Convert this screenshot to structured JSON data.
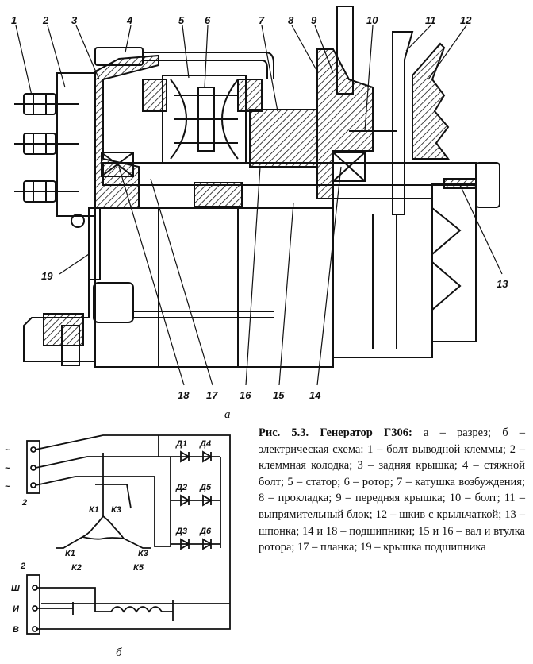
{
  "figure": {
    "part_labels": [
      "1",
      "2",
      "3",
      "4",
      "5",
      "6",
      "7",
      "8",
      "9",
      "10",
      "11",
      "12",
      "13",
      "14",
      "15",
      "16",
      "17",
      "18",
      "19"
    ],
    "view_a_label": "а",
    "view_b_label": "б",
    "schematic": {
      "phase_marks": [
        "~",
        "~",
        "~"
      ],
      "block_label_top": "2",
      "block_label_bottom": "2",
      "terminals": [
        "Ш",
        "И",
        "В"
      ],
      "diodes": [
        "Д1",
        "Д4",
        "Д2",
        "Д5",
        "Д3",
        "Д6"
      ],
      "winding_labels": [
        "К1",
        "К3",
        "К1",
        "К2",
        "К3",
        "К5"
      ]
    }
  },
  "caption": {
    "title": "Рис. 5.3. Генератор Г306:",
    "text": " а – разрез; б – электрическая схема: 1 – болт выводной клеммы; 2 – клеммная колодка; 3 – задняя крышка; 4 – стяжной болт; 5 – статор; 6 – ротор; 7 – катушка возбуждения; 8 – прокладка; 9 – передняя крышка; 10 – болт; 11 – выпрямительный блок; 12 – шкив с крыльчаткой; 13 – шпонка; 14 и 18 – подшипники; 15 и 16 – вал и втулка ротора; 17 – планка; 19 – крышка подшипника"
  },
  "colors": {
    "ink": "#111111",
    "paper": "#ffffff"
  }
}
